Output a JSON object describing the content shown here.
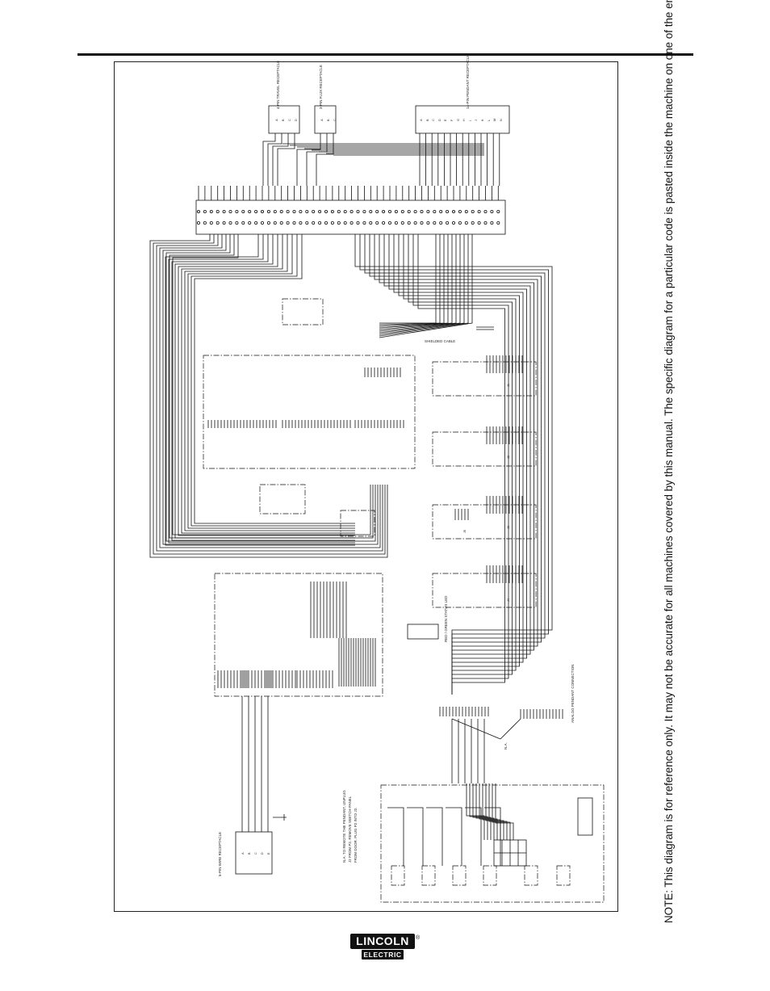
{
  "note": "NOTE:  This diagram is for reference only.   It may not be accurate for all machines covered by this manual.  The specific diagram for a particular code is pasted inside the machine on one of the enclosure panels.  If the diagram is illegible, write to the Service Department for a replacement.  Give the equipment code number.",
  "labels": {
    "receptacle_4pin": "4-PIN TRAVEL RECEPTACLE",
    "receptacle_3pin": "3-PIN FLUX RECEPTACLE",
    "receptacle_14pin": "14-PIN PENDANT RECEPTACLE",
    "receptacle_5pin": "5-PIN WIRE RECEPTACLE",
    "shielded_cable": "SHIELDED CABLE",
    "red_green_led": "RED / GREEN STATUS LED",
    "analog_pendant": "ANALOG PENDANT CONNECTION",
    "na": "N.A.",
    "na_note_1": "N.A. TO REMOTE THE PENDANT, UNPLUG",
    "na_note_2": "J2 FROM P2. REMOVE SWITCH PANEL",
    "na_note_3": "FROM DOOR. PLUG P2 INTO J2."
  },
  "pins": {
    "abcd": [
      "A",
      "B",
      "C",
      "D"
    ],
    "abc": [
      "A",
      "B",
      "C"
    ],
    "abcde": [
      "A",
      "B",
      "C",
      "D",
      "E"
    ],
    "a_to_n": [
      "A",
      "B",
      "C",
      "D",
      "E",
      "F",
      "G",
      "H",
      "I",
      "J",
      "K",
      "L",
      "M",
      "N"
    ]
  },
  "connectors": [
    "J1",
    "J2",
    "J3",
    "J4",
    "J5"
  ],
  "logo": {
    "top": "LINCOLN",
    "bottom": "ELECTRIC",
    "reg": "®"
  }
}
